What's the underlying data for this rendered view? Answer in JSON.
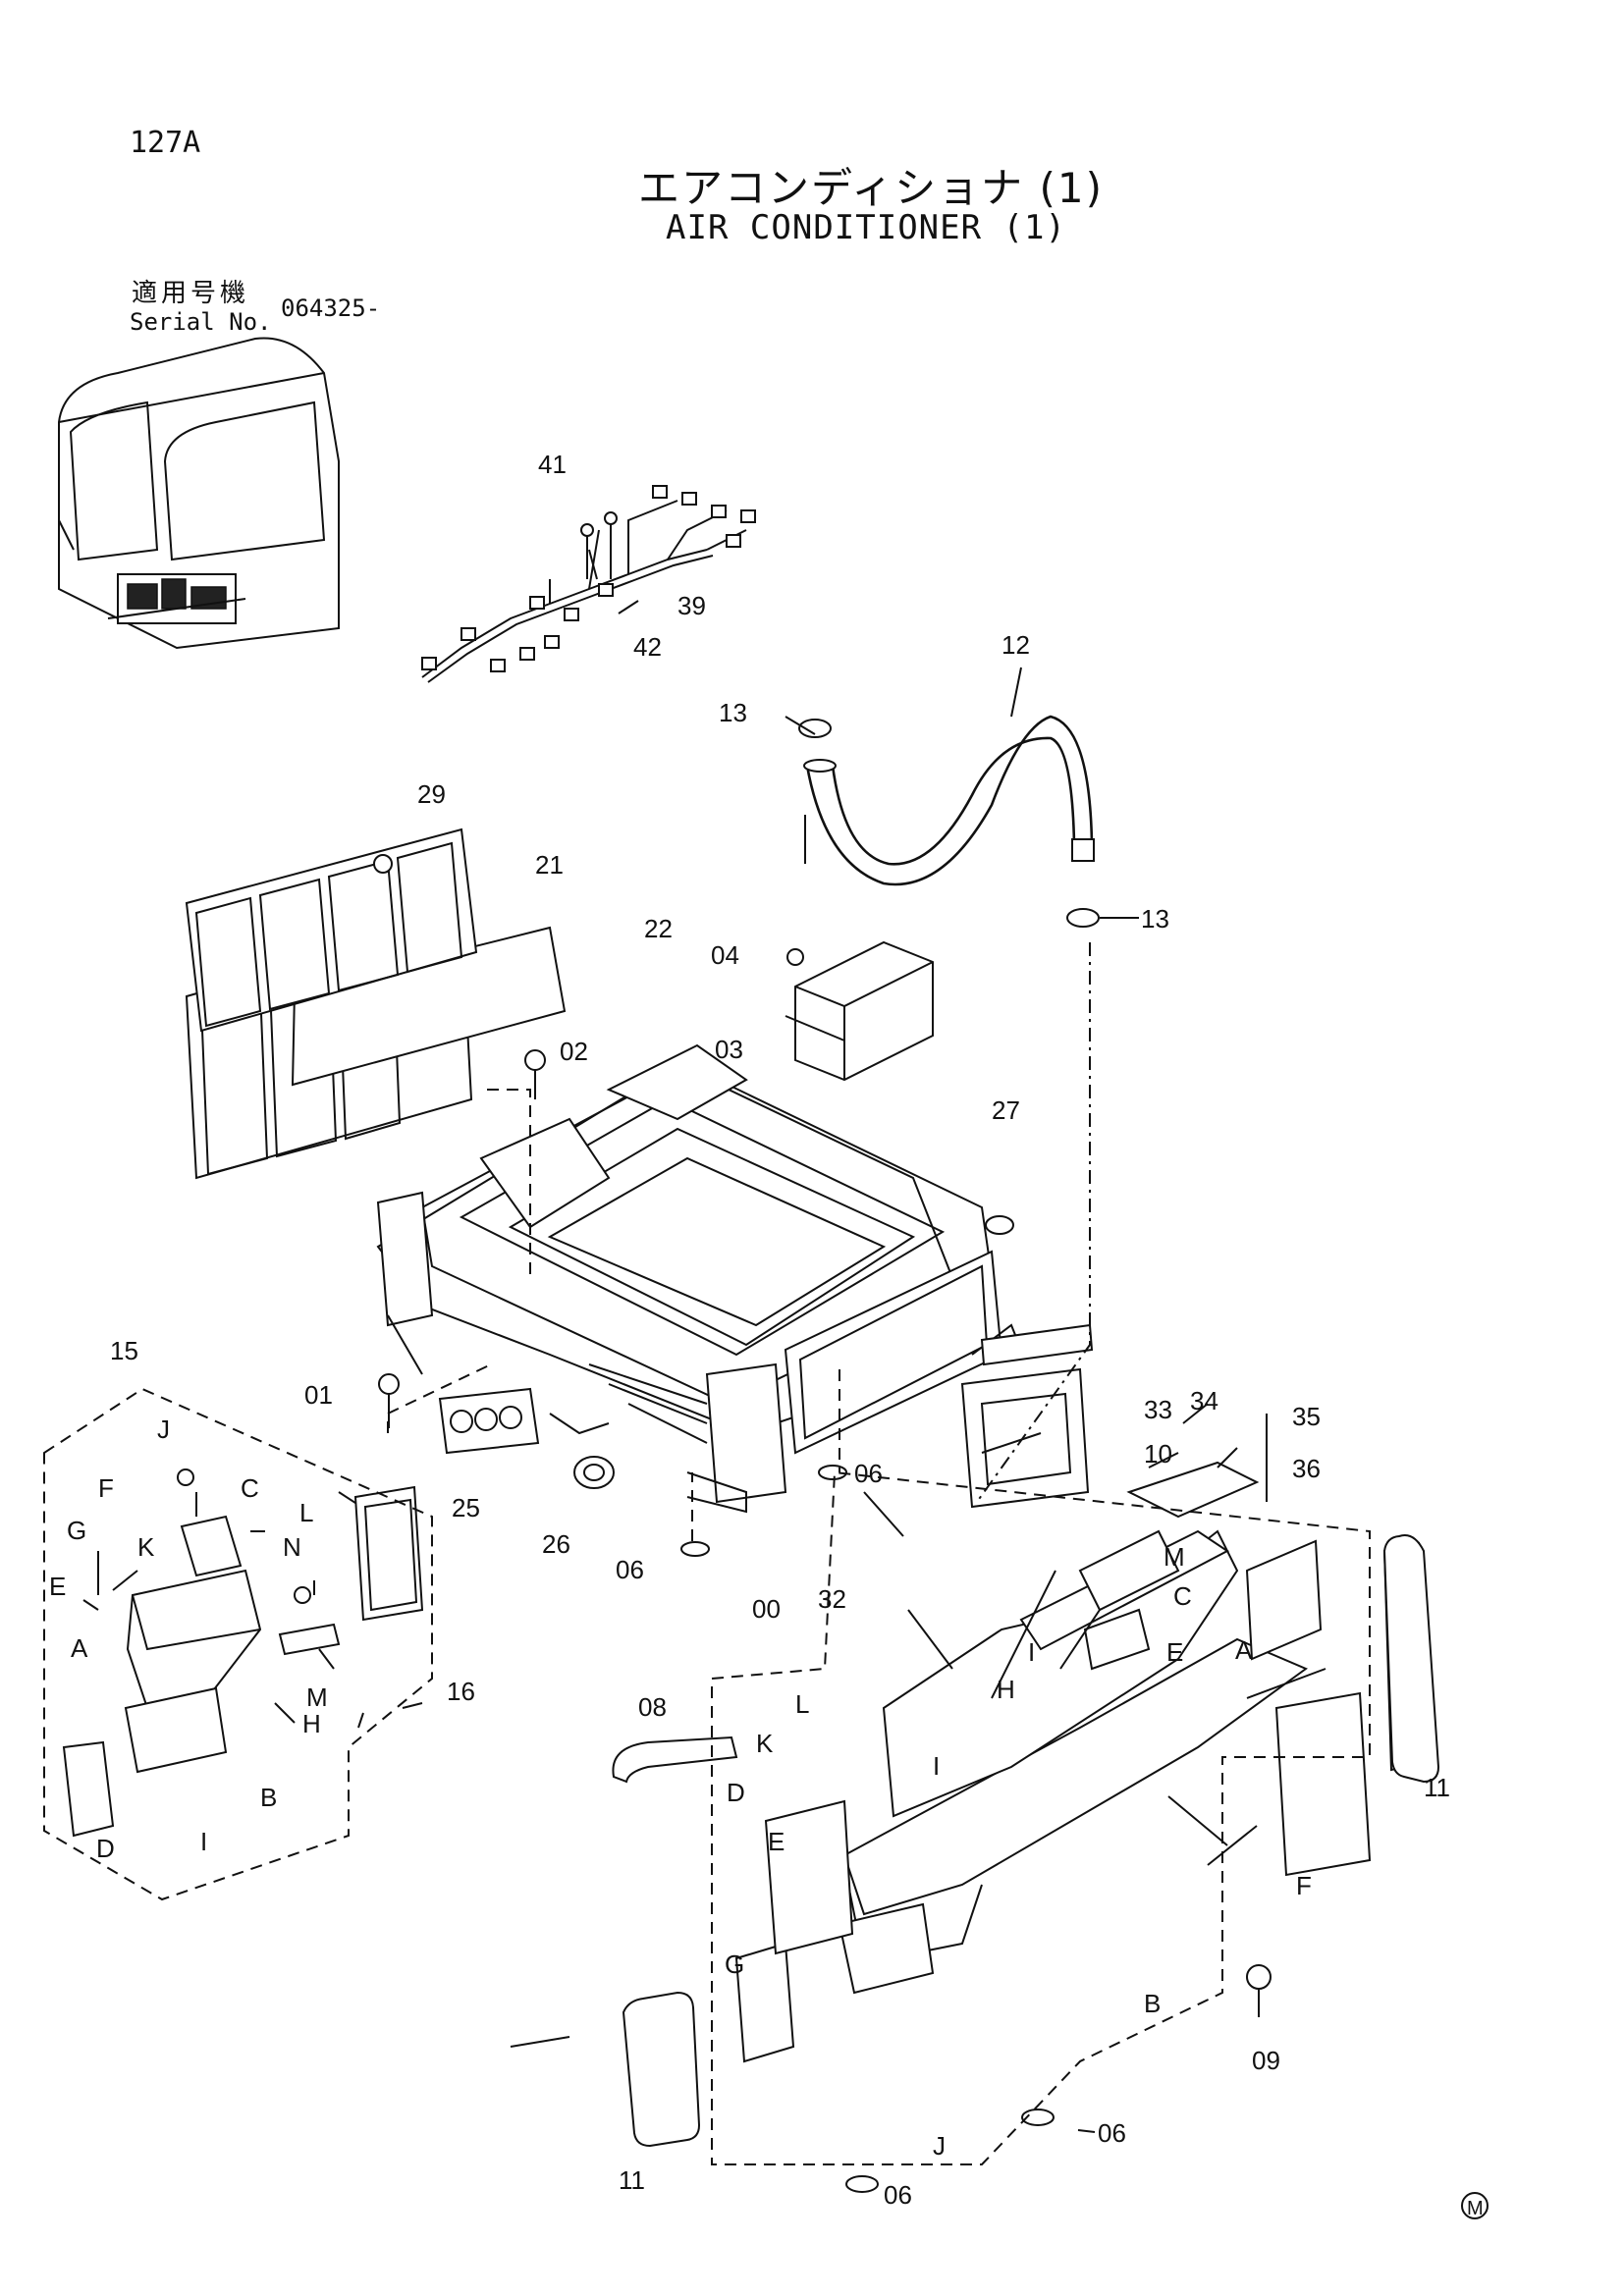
{
  "header": {
    "page_number": "127A",
    "title_jp": "エアコンディショナ (1)",
    "title_en": "AIR CONDITIONER (1)",
    "serial_label_jp": "適用号機",
    "serial_label_en": "Serial No.",
    "serial_value": "064325-"
  },
  "parts": {
    "p41": "41",
    "p39": "39",
    "p42": "42",
    "p12": "12",
    "p13a": "13",
    "p13b": "13",
    "p29": "29",
    "p21": "21",
    "p22": "22",
    "p04": "04",
    "p03": "03",
    "p02": "02",
    "p27": "27",
    "p15": "15",
    "p01": "01",
    "p25": "25",
    "p26": "26",
    "p06a": "06",
    "p06b": "06",
    "p00": "00",
    "p33": "33",
    "p34": "34",
    "p35": "35",
    "p36": "36",
    "p10": "10",
    "p16": "16",
    "p32": "32",
    "p08": "08",
    "p11a": "11",
    "p11b": "11",
    "p09": "09",
    "p06c": "06",
    "p06d": "06"
  },
  "sub_left": {
    "J": "J",
    "C": "C",
    "F": "F",
    "G": "G",
    "K": "K",
    "E": "E",
    "L": "L",
    "N": "N",
    "A": "A",
    "M": "M",
    "H": "H",
    "B": "B",
    "D": "D",
    "I": "I"
  },
  "sub_right": {
    "M": "M",
    "C": "C",
    "E": "E",
    "A": "A",
    "I": "I",
    "H": "H",
    "L": "L",
    "K": "K",
    "I2": "I",
    "D": "D",
    "E2": "E",
    "G": "G",
    "F": "F",
    "B": "B",
    "J": "J"
  },
  "footer": {
    "mark": "M"
  }
}
